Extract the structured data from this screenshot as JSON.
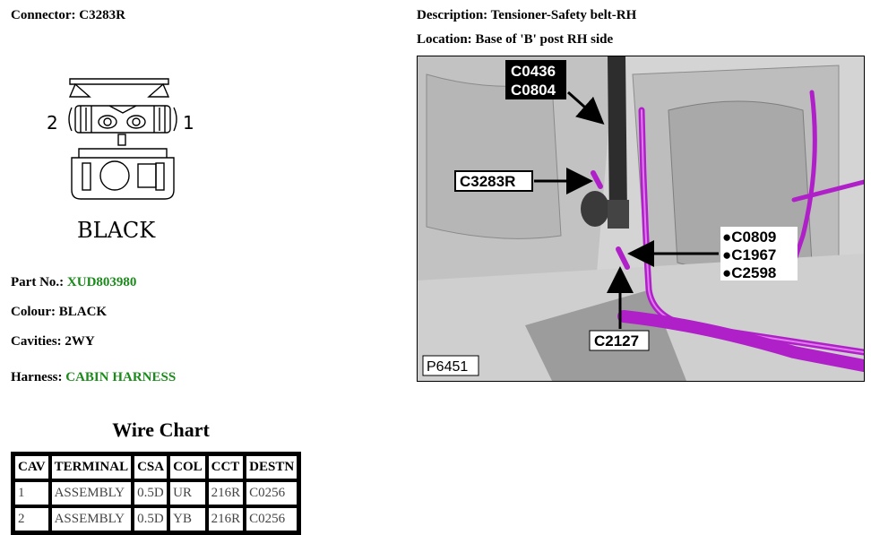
{
  "connector": {
    "label": "Connector:",
    "value": "C3283R"
  },
  "description": {
    "label": "Description:",
    "value": "Tensioner-Safety belt-RH"
  },
  "location": {
    "label": "Location:",
    "value": "Base of 'B' post RH side"
  },
  "diagram": {
    "pin_left": "2",
    "pin_right": "1",
    "colour_label": "BLACK"
  },
  "part_no": {
    "label": "Part No.:",
    "value": "XUD803980"
  },
  "colour": {
    "label": "Colour:",
    "value": "BLACK"
  },
  "cavities": {
    "label": "Cavities:",
    "value": "2WY"
  },
  "harness": {
    "label": "Harness:",
    "value": "CABIN HARNESS"
  },
  "wire_chart": {
    "title": "Wire Chart",
    "headers": [
      "CAV",
      "TERMINAL",
      "CSA",
      "COL",
      "CCT",
      "DESTN"
    ],
    "rows": [
      [
        "1",
        "ASSEMBLY",
        "0.5D",
        "UR",
        "216R",
        "C0256"
      ],
      [
        "2",
        "ASSEMBLY",
        "0.5D",
        "YB",
        "216R",
        "C0256"
      ]
    ]
  },
  "photo": {
    "callout_top": [
      "C0436",
      "C0804"
    ],
    "callout_main": "C3283R",
    "callout_right": [
      "C0809",
      "C1967",
      "C2598"
    ],
    "callout_bottom": "C2127",
    "figure_id": "P6451"
  },
  "colors": {
    "harness_magenta": "#b020c8",
    "link_green": "#1a8a1a"
  }
}
